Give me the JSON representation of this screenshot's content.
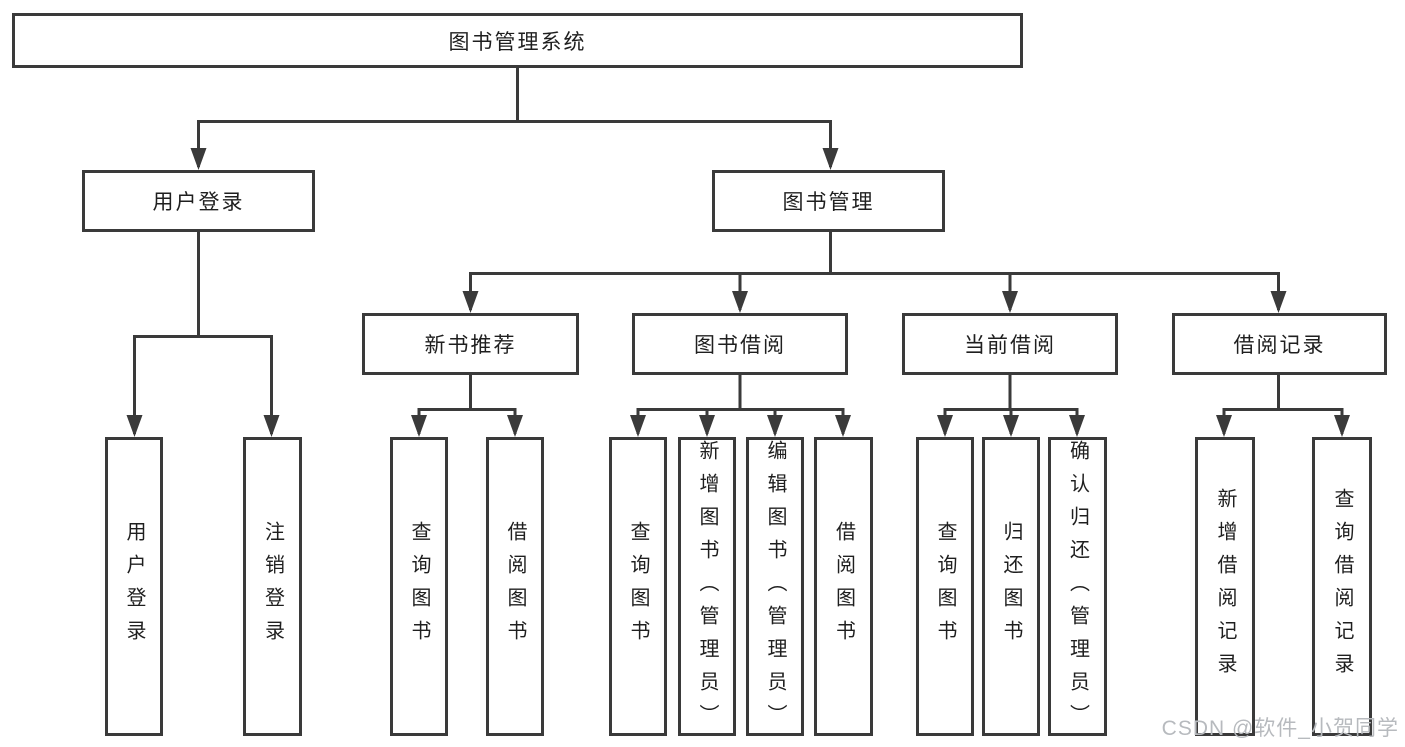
{
  "diagram": {
    "root_label": "图书管理系统",
    "level2": {
      "user_login": "用户登录",
      "book_management": "图书管理"
    },
    "level3": {
      "new_book_recommend": "新书推荐",
      "book_borrowing": "图书借阅",
      "current_borrowing": "当前借阅",
      "borrowing_records": "借阅记录"
    },
    "leaves": {
      "user_login": [
        "用户登录",
        "注销登录"
      ],
      "new_book_recommend": [
        "查询图书",
        "借阅图书"
      ],
      "book_borrowing": [
        "查询图书",
        "新增图书（管理员）",
        "编辑图书（管理员）",
        "借阅图书"
      ],
      "current_borrowing": [
        "查询图书",
        "归还图书",
        "确认归还（管理员）"
      ],
      "borrowing_records": [
        "新增借阅记录",
        "查询借阅记录"
      ]
    }
  },
  "watermark": "CSDN @软件_小贺同学",
  "colors": {
    "line": "#3a3a3a",
    "text": "#1f1f1f",
    "watermark": "#b7babe",
    "background": "#ffffff"
  }
}
